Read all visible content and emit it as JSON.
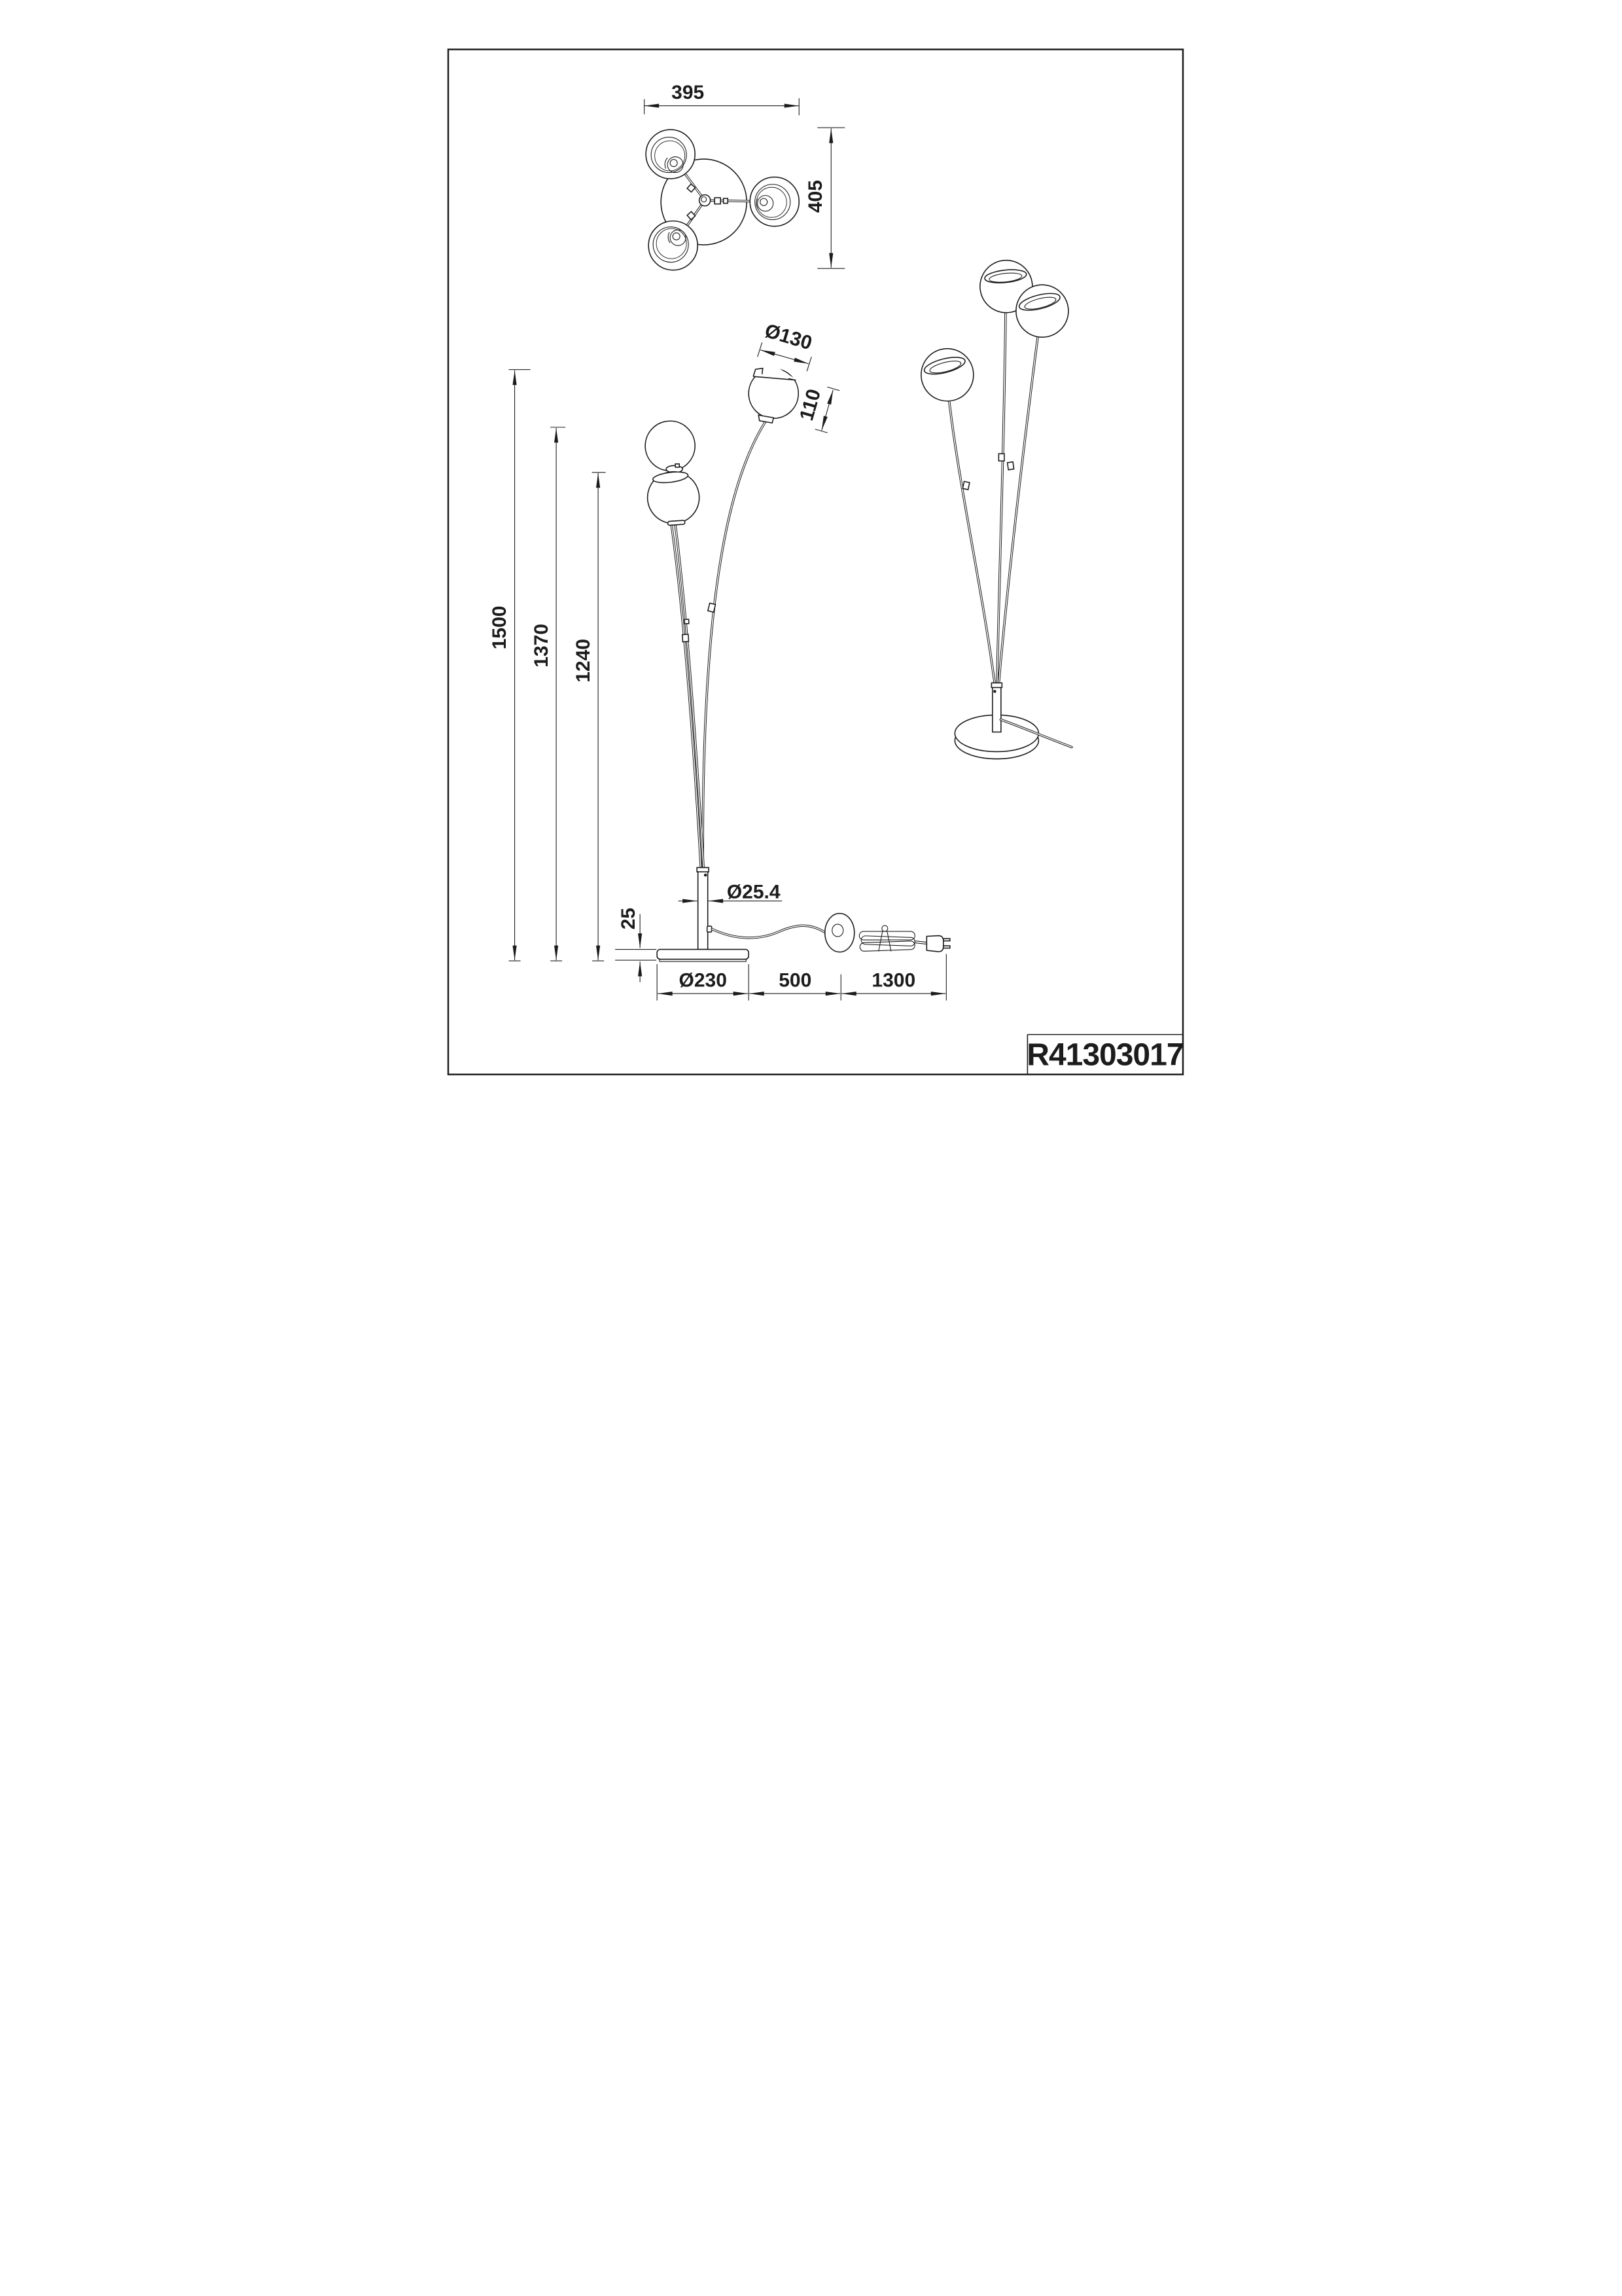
{
  "sheet": {
    "part_number": "R41303017",
    "line_color": "#1c1c1c",
    "background": "#ffffff"
  },
  "top_view": {
    "width": "395",
    "height": "405"
  },
  "front_view": {
    "height_total": "1500",
    "height_mid": "1370",
    "height_low": "1240",
    "shade_diameter": "Ø130",
    "shade_height": "110",
    "pole_diameter": "Ø25.4",
    "base_thickness": "25",
    "base_diameter": "Ø230",
    "dim_to_dimmer": "500",
    "cable_length": "1300"
  }
}
